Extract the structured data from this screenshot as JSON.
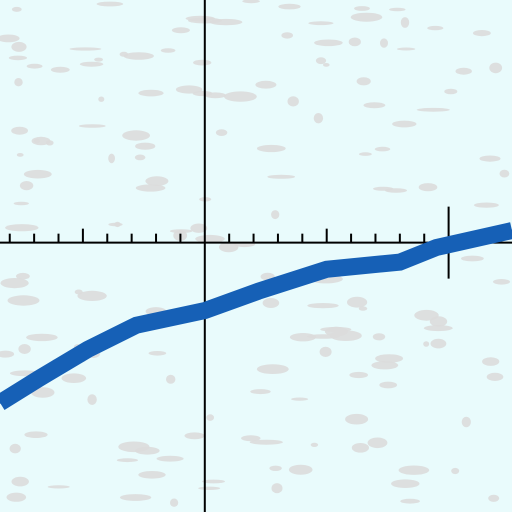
{
  "chart_data": {
    "type": "line",
    "title": "",
    "xlabel": "",
    "ylabel": "",
    "x": [
      -8.4,
      -6.8,
      -4.8,
      -2.8,
      0.0,
      2.2,
      5.0,
      8.0,
      9.5,
      12.6
    ],
    "values": [
      -6.6,
      -5.6,
      -4.4,
      -3.4,
      -2.8,
      -2.0,
      -1.1,
      -0.8,
      -0.2,
      0.5
    ],
    "xlim": [
      -8.4,
      12.6
    ],
    "ylim": [
      -11.1,
      10.0
    ],
    "grid": false,
    "legend": "none",
    "colors": {
      "line": "#1660b6",
      "axis": "#000000",
      "background": "#e9fbfc",
      "texture": "#dcdcdc"
    }
  }
}
